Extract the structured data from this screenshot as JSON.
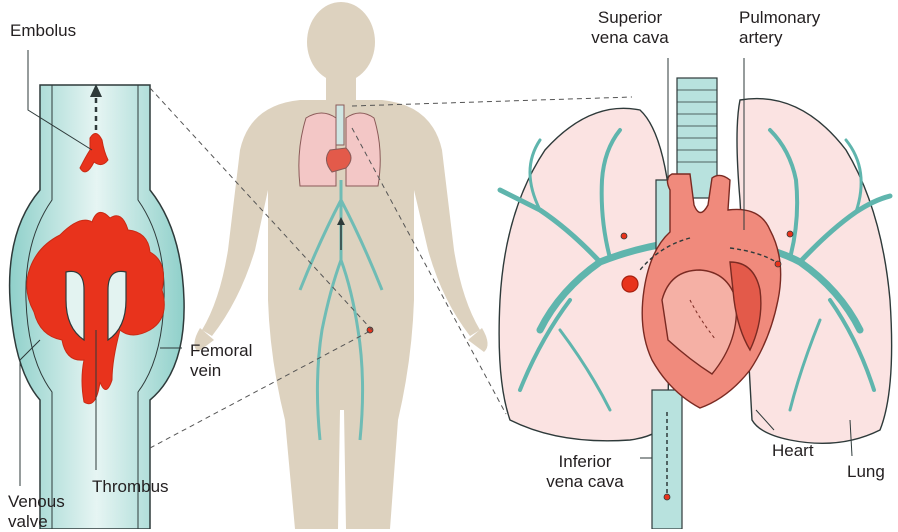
{
  "labels": {
    "embolus": "Embolus",
    "femoral_vein": [
      "Femoral",
      "vein"
    ],
    "thrombus": "Thrombus",
    "venous_valve": [
      "Venous",
      "valve"
    ],
    "superior_vena_cava": [
      "Superior",
      "vena cava"
    ],
    "pulmonary_artery": [
      "Pulmonary",
      "artery"
    ],
    "inferior_vena_cava": [
      "Inferior",
      "vena cava"
    ],
    "heart": "Heart",
    "lung": "Lung"
  },
  "colors": {
    "vessel": "#b8e2de",
    "vessel_light": "#e3f3f1",
    "vessel_edge": "#2e3a3a",
    "clot": "#e8331c",
    "body": "#ddd2bf",
    "lung_fill": "#fbe3e2",
    "heart_fill": "#f08a7c",
    "dashed_line": "#555555"
  }
}
